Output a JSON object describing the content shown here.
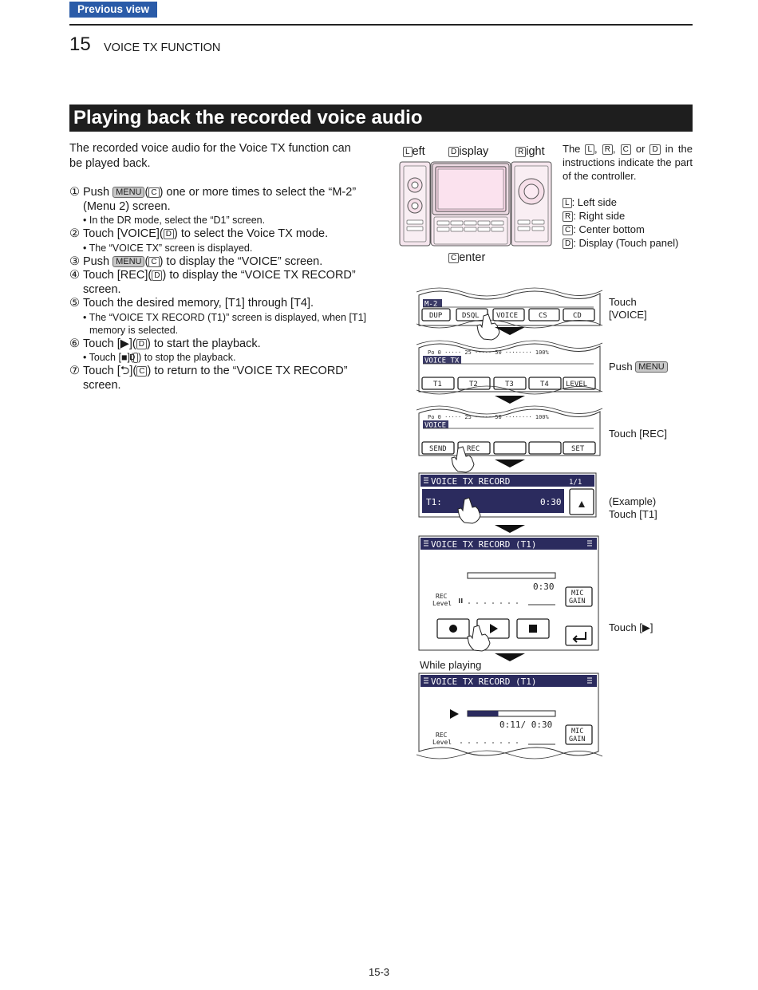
{
  "header": {
    "prev_button": "Previous view",
    "chapter_number": "15",
    "chapter_title": "VOICE TX FUNCTION"
  },
  "section": {
    "title": "Playing back the recorded voice audio",
    "intro": "The recorded voice audio for the Voice TX function can be played back."
  },
  "keys": {
    "menu": "MENU",
    "c": "C",
    "d": "D",
    "l": "L",
    "r": "R"
  },
  "steps": {
    "s1": {
      "num": "①",
      "push": "Push",
      "text": "one or more times to select the “M-2” (Menu 2) screen.",
      "sub": "• In the DR mode, select the “D1” screen."
    },
    "s2": {
      "num": "②",
      "pre": "Touch [VOICE](",
      "post": ") to select the Voice TX mode.",
      "sub": "• The “VOICE TX” screen is displayed."
    },
    "s3": {
      "num": "③",
      "push": "Push",
      "text": "to display the “VOICE” screen."
    },
    "s4": {
      "num": "④",
      "pre": "Touch [REC](",
      "post": ") to display the “VOICE TX RECORD” screen."
    },
    "s5": {
      "num": "⑤",
      "text": "Touch the desired memory, [T1] through [T4].",
      "sub": "• The “VOICE TX RECORD (T1)” screen is displayed, when [T1] memory is selected."
    },
    "s6": {
      "num": "⑥",
      "pre": "Touch [▶](",
      "post": ") to start the playback.",
      "sub_pre": "• Touch [■](",
      "sub_post": ") to stop the playback."
    },
    "s7": {
      "num": "⑦",
      "pre": "Touch [⮌](",
      "post": ") to return to the “VOICE TX RECORD” screen."
    }
  },
  "controller": {
    "left_rest": "eft",
    "display_rest": "isplay",
    "right_rest": "ight",
    "center_rest": "enter",
    "desc_the": "The",
    "desc_sep1": ",",
    "desc_sep2": ",",
    "desc_or": "or",
    "desc_rest": "in the instructions indicate the part of the controller.",
    "legend_left": ": Left side",
    "legend_right": ": Right side",
    "legend_center": ": Center bottom",
    "legend_display": ": Display (Touch panel)"
  },
  "screens": {
    "m2": {
      "title": "M-2",
      "buttons": [
        "DUP",
        "DSQL",
        "VOICE",
        "CS",
        "CD"
      ],
      "label_1": "Touch",
      "label_2": "[VOICE]"
    },
    "voice_tx": {
      "meter": "Po 0 ····· 25 ····· 50 ········ 100%",
      "title": "VOICE TX",
      "buttons": [
        "T1",
        "T2",
        "T3",
        "T4",
        "LEVEL"
      ],
      "label_push": "Push"
    },
    "voice": {
      "meter": "Po 0 ····· 25 ····· 50 ········ 100%",
      "title": "VOICE",
      "buttons": [
        "SEND",
        "REC",
        "",
        "",
        "SET"
      ],
      "label": "Touch [REC]"
    },
    "record_list": {
      "title": "VOICE TX RECORD",
      "page": "1/1",
      "item": "T1:",
      "time": "0:30",
      "label_1": "(Example)",
      "label_2": "Touch [T1]"
    },
    "record_t1": {
      "title": "VOICE TX RECORD  (T1)",
      "time": "0:30",
      "rec_1": "REC",
      "rec_2": "Level",
      "mic_1": "MIC",
      "mic_2": "GAIN",
      "label": "Touch [▶]"
    },
    "playing": {
      "caption": "While playing",
      "title": "VOICE TX RECORD  (T1)",
      "time": "0:11/ 0:30",
      "progress": 0.35,
      "rec_1": "REC",
      "rec_2": "Level",
      "mic_1": "MIC",
      "mic_2": "GAIN"
    }
  },
  "footer": {
    "page": "15-3"
  }
}
